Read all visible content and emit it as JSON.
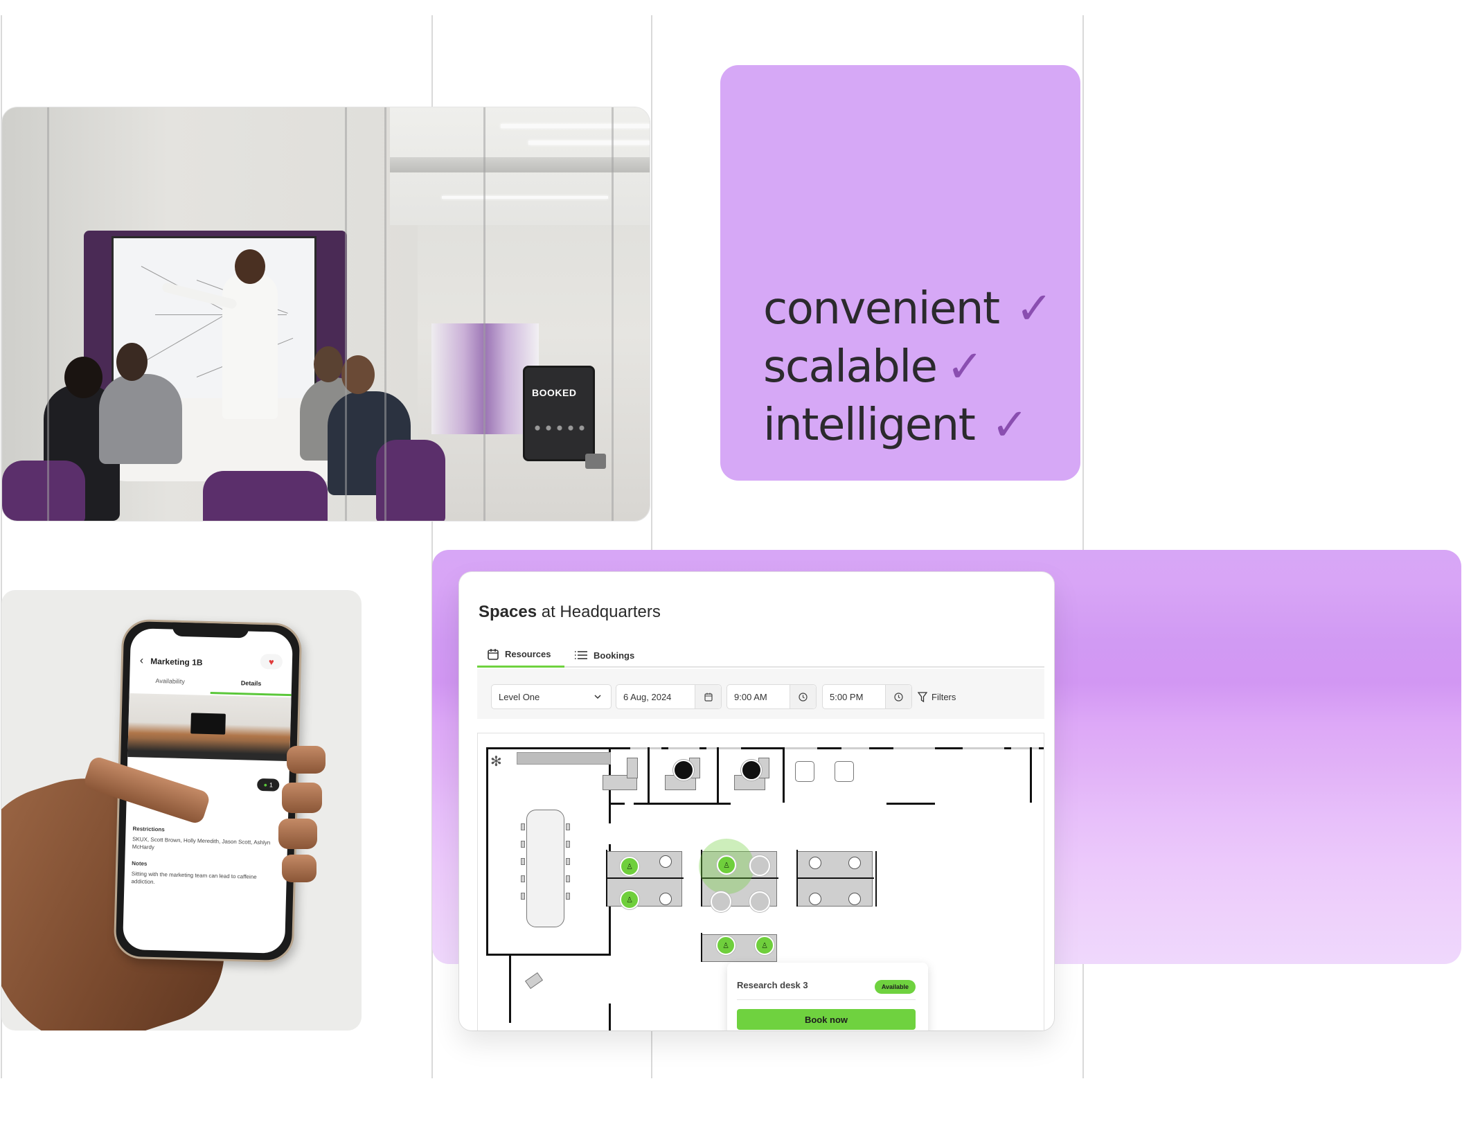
{
  "tagline": {
    "lines": [
      {
        "word": "convenient",
        "check": "✓"
      },
      {
        "word": "scalable",
        "check": "✓"
      },
      {
        "word": "intelligent",
        "check": "✓"
      }
    ],
    "bg_color": "#d6a8f6",
    "check_color": "#8a4eb0"
  },
  "meeting_photo": {
    "tablet_status": "BOOKED"
  },
  "mobile_app": {
    "title": "Marketing 1B",
    "back_icon": "‹",
    "favorite_icon": "♥",
    "tabs": [
      {
        "label": "Availability",
        "active": false
      },
      {
        "label": "Details",
        "active": true
      }
    ],
    "occupancy_count": "1",
    "restrictions_label": "Restrictions",
    "restrictions_text": "SKUX, Scott Brown, Holly Meredith, Jason Scott, Ashlyn McHardy",
    "notes_label": "Notes",
    "notes_text": "Sitting with the marketing team can lead to caffeine addiction."
  },
  "spaces_app": {
    "title_bold": "Spaces",
    "title_rest": " at Headquarters",
    "tabs": [
      {
        "label": "Resources",
        "icon": "calendar-icon",
        "active": true
      },
      {
        "label": "Bookings",
        "icon": "list-icon",
        "active": false
      }
    ],
    "toolbar": {
      "level": "Level One",
      "date": "6 Aug, 2024",
      "start_time": "9:00 AM",
      "end_time": "5:00 PM",
      "filters_label": "Filters"
    },
    "popup": {
      "resource_name": "Research desk 3",
      "status": "Available",
      "book_label": "Book now"
    },
    "accent_color": "#6fd23f"
  }
}
